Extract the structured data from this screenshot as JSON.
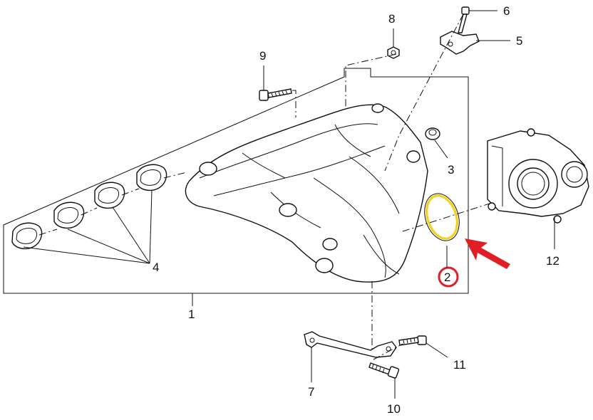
{
  "callouts": {
    "c1": "1",
    "c2": "2",
    "c3": "3",
    "c4": "4",
    "c5": "5",
    "c6": "6",
    "c7": "7",
    "c8": "8",
    "c9": "9",
    "c10": "10",
    "c11": "11",
    "c12": "12"
  },
  "highlight": {
    "gasket_color": "#f2d21b",
    "marker_color": "#e01e26",
    "arrow_color": "#e01e26"
  },
  "icons": {
    "arrow": "red-arrow-icon"
  }
}
